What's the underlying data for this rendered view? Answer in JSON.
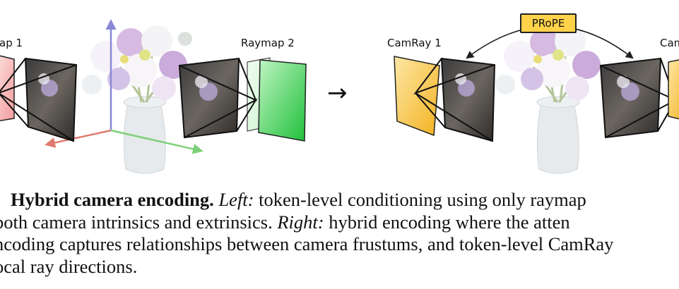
{
  "figure": {
    "left_panel": {
      "labels": {
        "raymap_1": "ap 1",
        "raymap_2": "Raymap 2"
      }
    },
    "arrow_glyph": "→",
    "right_panel": {
      "labels": {
        "camray_1": "CamRay 1",
        "camray_2": "Cam",
        "prope": "PRoPE"
      }
    },
    "colors": {
      "raymap_1": "#f7a7a7",
      "raymap_2": "#3ccf4e",
      "camray": "#f5b82e",
      "prope_box": "#ffd24a",
      "axis_up": "#8a88d6",
      "axis_left": "#e07a6e",
      "axis_right": "#7fd07a"
    }
  },
  "caption": {
    "line1_prefix": "",
    "line1_bold": "Hybrid camera encoding.",
    "line1_italic": "Left:",
    "line1_rest": " token-level conditioning using only raymap",
    "line2_pre": "both camera intrinsics and extrinsics. ",
    "line2_italic": "Right:",
    "line2_rest": " hybrid encoding where the atten",
    "line3": "ncoding captures relationships between camera frustums, and token-level CamRay",
    "line4": "ocal ray directions."
  }
}
